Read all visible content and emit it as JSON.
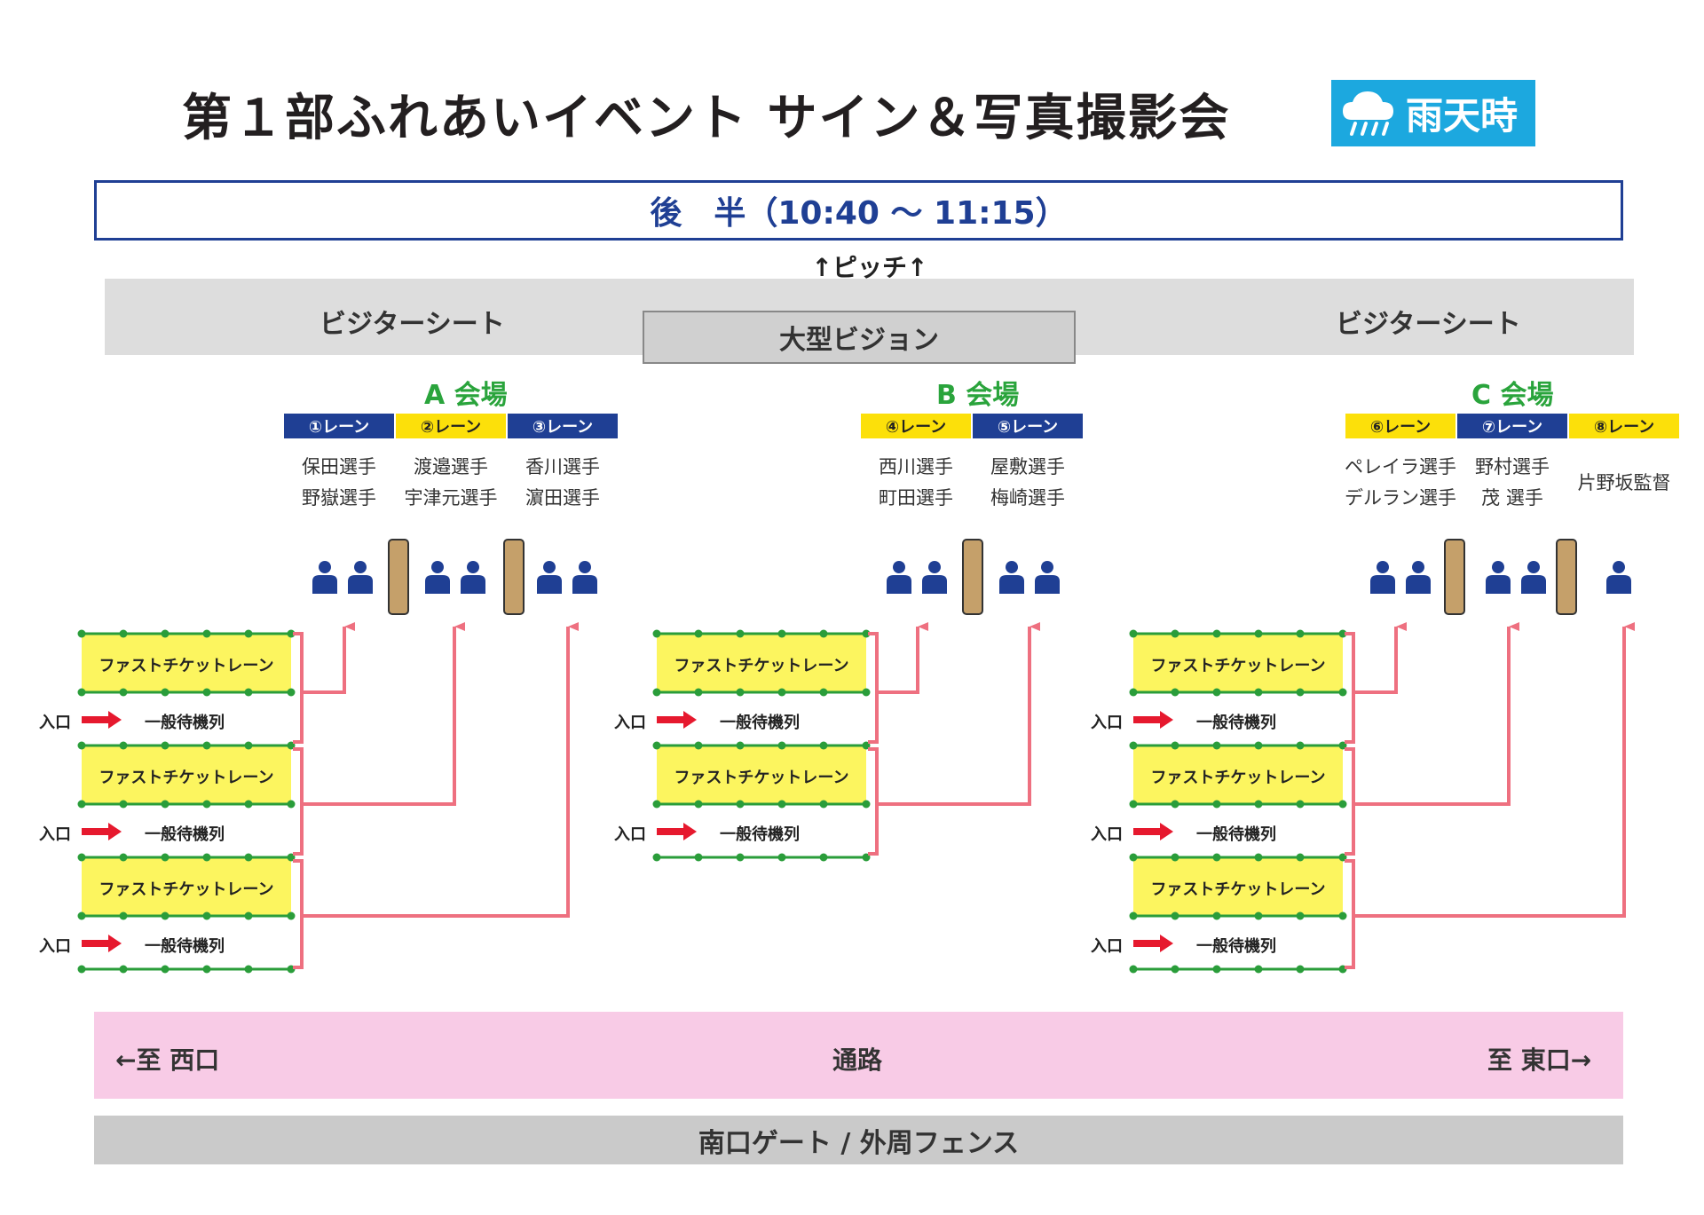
{
  "title": "第１部ふれあいイベント サイン＆写真撮影会",
  "weather_badge": {
    "label": "雨天時",
    "color": "#1ca8df"
  },
  "period": "後　半（10:40 ～ 11:15）",
  "pitch": "↑ピッチ↑",
  "visitor_seat_left": "ビジターシート",
  "visitor_seat_right": "ビジターシート",
  "big_vision": "大型ビジョン",
  "venues": {
    "a": {
      "name": "A 会場",
      "lanes": [
        {
          "label": "①レーン",
          "color": "blue",
          "players": [
            "保田選手",
            "野嶽選手"
          ]
        },
        {
          "label": "②レーン",
          "color": "yellow",
          "players": [
            "渡邉選手",
            "宇津元選手"
          ]
        },
        {
          "label": "③レーン",
          "color": "blue",
          "players": [
            "香川選手",
            "濵田選手"
          ]
        }
      ]
    },
    "b": {
      "name": "B 会場",
      "lanes": [
        {
          "label": "④レーン",
          "color": "yellow",
          "players": [
            "西川選手",
            "町田選手"
          ]
        },
        {
          "label": "⑤レーン",
          "color": "blue",
          "players": [
            "屋敷選手",
            "梅崎選手"
          ]
        }
      ]
    },
    "c": {
      "name": "C 会場",
      "lanes": [
        {
          "label": "⑥レーン",
          "color": "yellow",
          "players": [
            "ペレイラ選手",
            "デルラン選手"
          ]
        },
        {
          "label": "⑦レーン",
          "color": "blue",
          "players": [
            "野村選手",
            "茂 選手"
          ]
        },
        {
          "label": "⑧レーン",
          "color": "yellow",
          "players": [
            "片野坂監督"
          ]
        }
      ]
    }
  },
  "fast_lane_label": "ファストチケットレーン",
  "queue_label": "一般待機列",
  "entrance_label": "入口",
  "walkway": {
    "left": "←至 西口",
    "center": "通路",
    "right": "至 東口→"
  },
  "gate": "南口ゲート / 外周フェンス",
  "colors": {
    "navy": "#1f3f94",
    "yellow": "#fce00a",
    "green": "#2aa43c",
    "pink_line": "#ee7080",
    "arrow_red": "#e6192e",
    "pink_walk": "#f8cbe6"
  }
}
